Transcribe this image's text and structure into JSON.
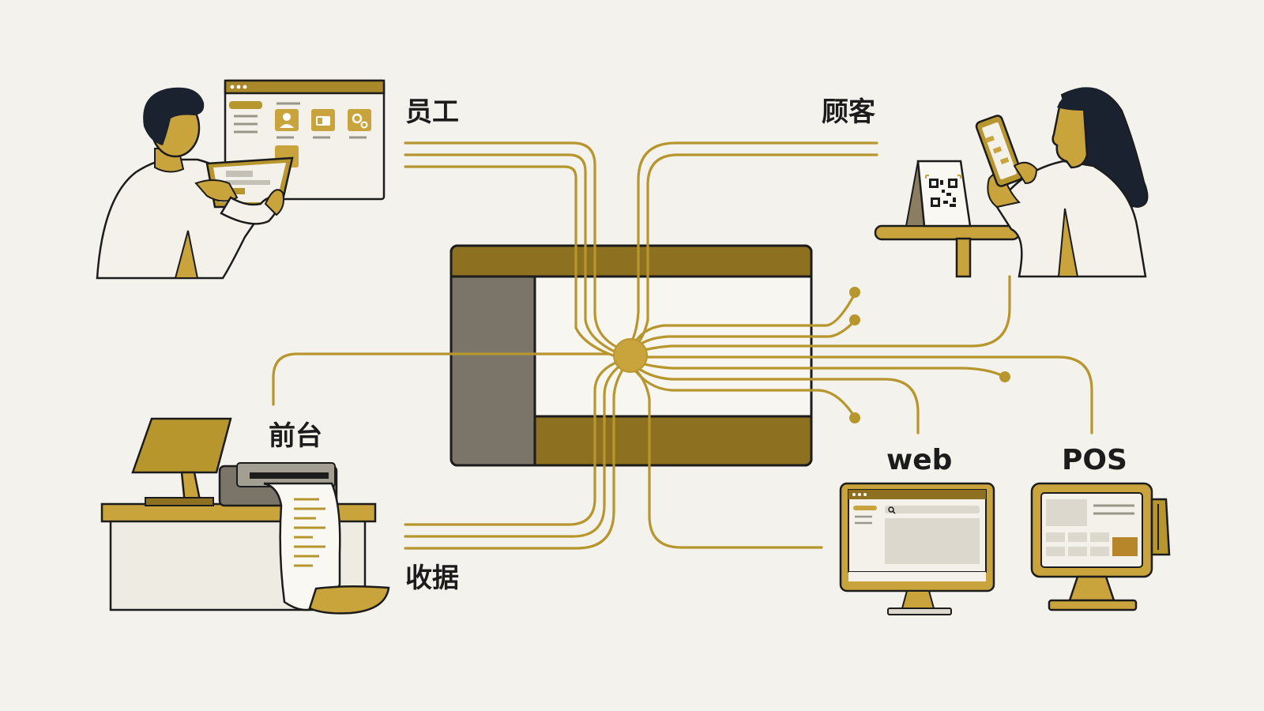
{
  "labels": {
    "staff": "员工",
    "customer": "顾客",
    "front_desk": "前台",
    "receipt": "收据",
    "web": "web",
    "pos": "POS"
  },
  "colors": {
    "background": "#f4f2ec",
    "accent_gold": "#b8962e",
    "dark_gold": "#8e7120",
    "panel_gray": "#7a7568",
    "ink": "#1c1c1c",
    "skin": "#c9a43c",
    "hair": "#1a2230"
  },
  "icons": [
    "person-icon",
    "wallet-icon",
    "gear-icon",
    "search-icon",
    "qr-code-icon"
  ]
}
